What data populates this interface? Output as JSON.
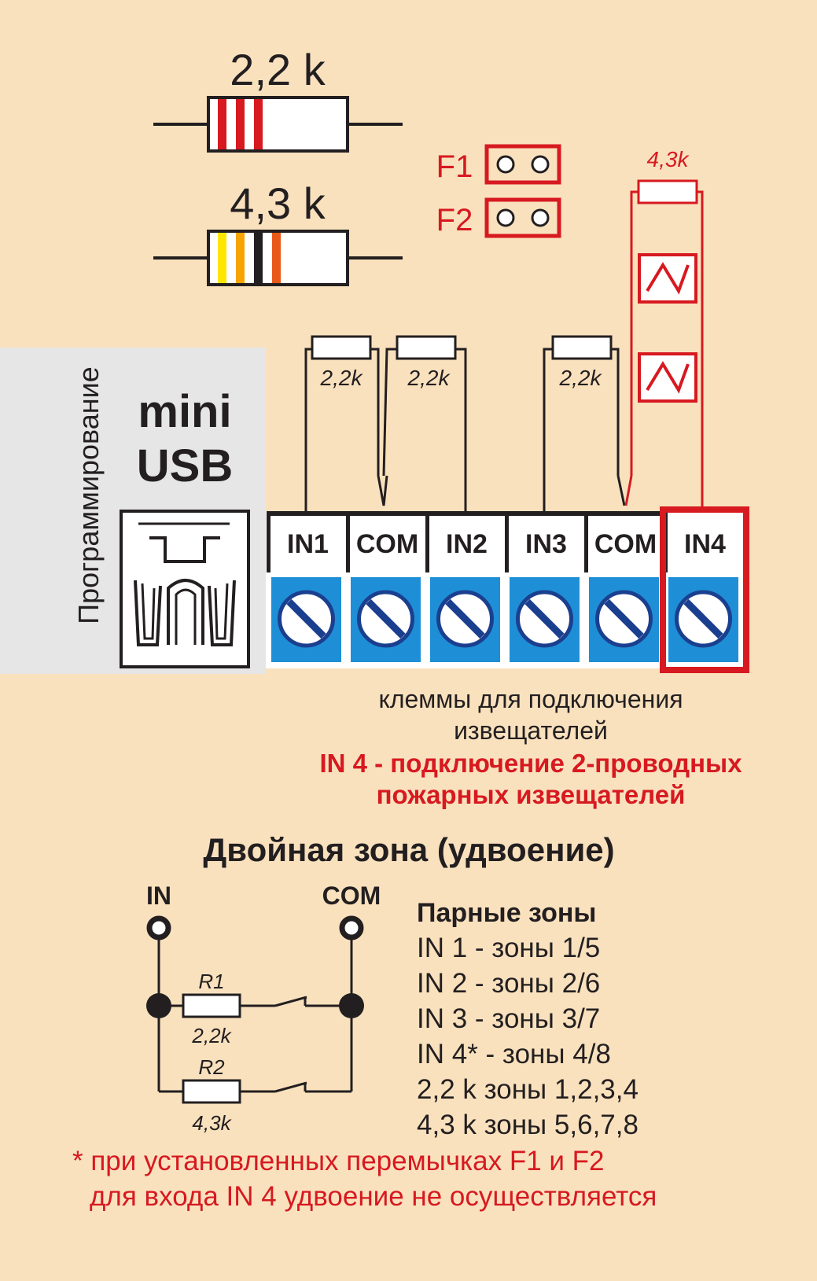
{
  "resistor_legend": [
    {
      "label": "2,2 k",
      "bands": [
        "#d71920",
        "#d71920",
        "#d71920"
      ]
    },
    {
      "label": "4,3 k",
      "bands": [
        "#ffe600",
        "#f7a400",
        "#231f20",
        "#e8591a"
      ]
    }
  ],
  "jumpers": [
    {
      "label": "F1"
    },
    {
      "label": "F2"
    }
  ],
  "usb": {
    "vertical_label": "Программирование",
    "title_line1": "mini",
    "title_line2": "USB"
  },
  "terminals": [
    {
      "label": "IN1"
    },
    {
      "label": "COM"
    },
    {
      "label": "IN2"
    },
    {
      "label": "IN3"
    },
    {
      "label": "COM"
    },
    {
      "label": "IN4"
    }
  ],
  "wiring_labels": {
    "r_in1": "2,2k",
    "r_in2": "2,2k",
    "r_in3": "2,2k",
    "r_in4": "4,3k"
  },
  "caption": {
    "line1": "клеммы для подключения",
    "line2": "извещателей",
    "red_line1": "IN 4 - подключение 2-проводных",
    "red_line2": "пожарных извещателей"
  },
  "double_zone": {
    "title": "Двойная зона (удвоение)",
    "node_in": "IN",
    "node_com": "COM",
    "r1_name": "R1",
    "r1_value": "2,2k",
    "r2_name": "R2",
    "r2_value": "4,3k"
  },
  "pairs": {
    "heading": "Парные зоны",
    "lines": [
      "IN 1 - зоны 1/5",
      "IN 2 - зоны 2/6",
      "IN 3 - зоны 3/7",
      "IN 4* - зоны 4/8",
      "2,2 k зоны 1,2,3,4",
      "4,3 k зоны 5,6,7,8"
    ]
  },
  "footnote": {
    "line1": "* при установленных перемычках F1 и F2",
    "line2": "для входа IN 4 удвоение не осуществляется"
  },
  "colors": {
    "background": "#f9e1be",
    "red": "#d71920",
    "terminal_blue": "#1e8fd6",
    "usb_panel": "#e6e6e6"
  }
}
